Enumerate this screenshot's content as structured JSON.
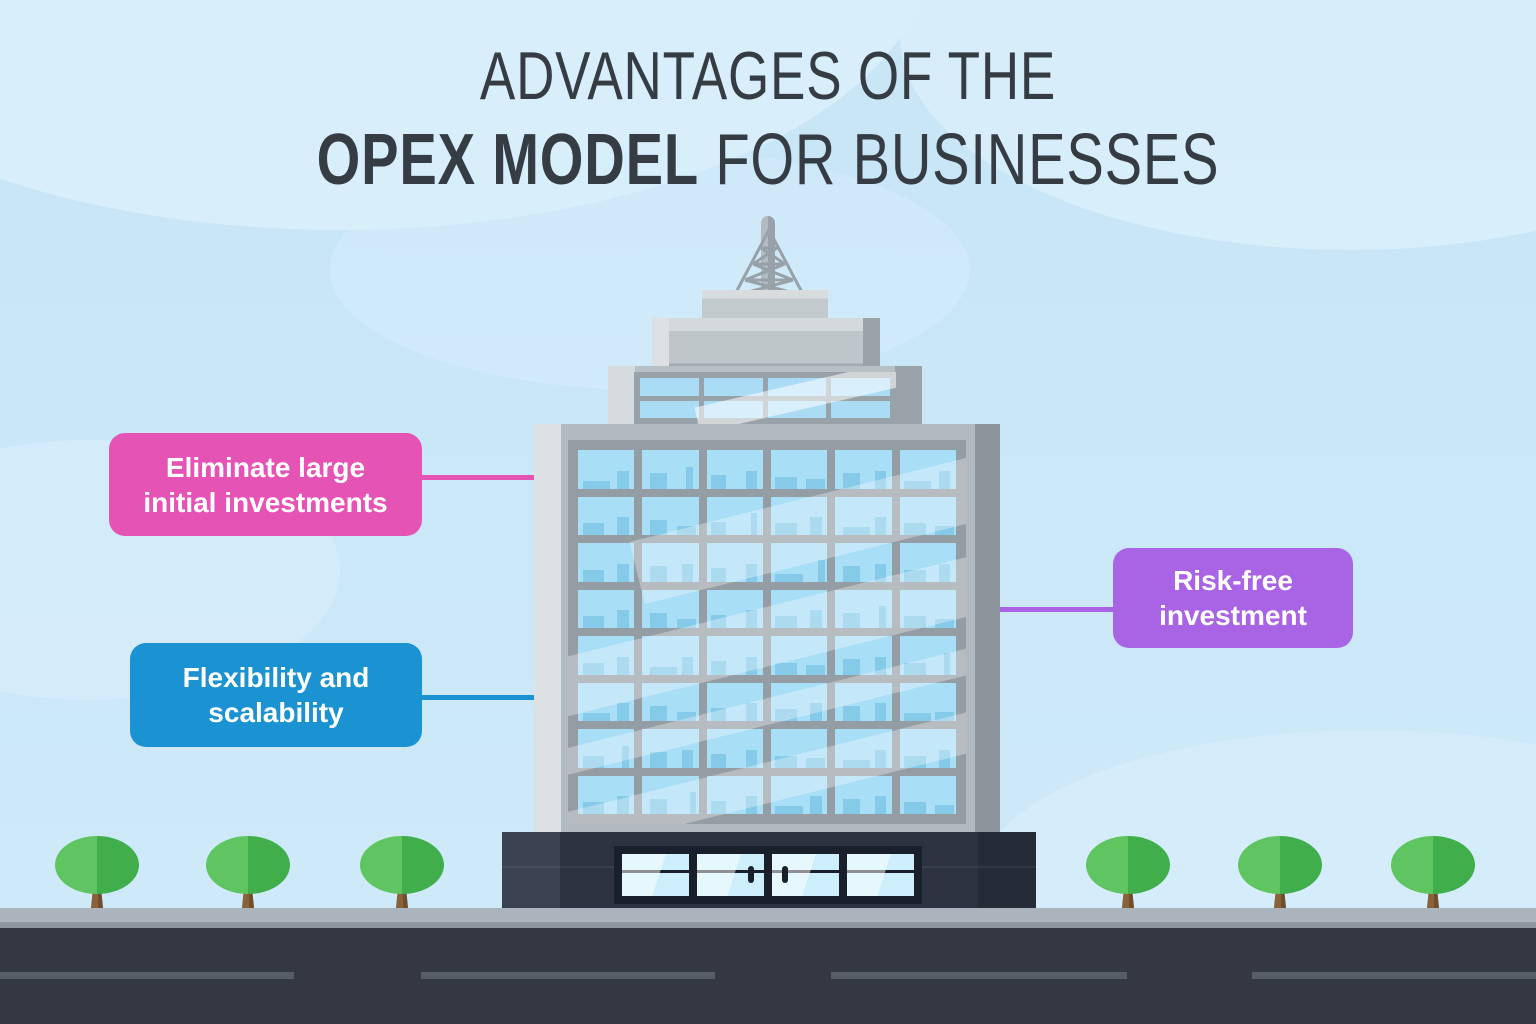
{
  "title": {
    "line1": "ADVANTAGES OF THE",
    "line2_bold": "OPEX MODEL",
    "line2_rest": "FOR BUSINESSES"
  },
  "labels": [
    {
      "text": "Eliminate large initial investments",
      "line1": "Eliminate large",
      "line2": "initial investments",
      "color": "#e553b5"
    },
    {
      "text": "Flexibility and scalability",
      "line1": "Flexibility and",
      "line2": "scalability",
      "color": "#1b92d1"
    },
    {
      "text": "Risk-free investment",
      "line1": "Risk-free",
      "line2": "investment",
      "color": "#a964e6"
    }
  ],
  "palette": {
    "title_text": "#363c44",
    "sky": "#cbe8f8",
    "cloud": "#d8eefb",
    "building_gray": "#b1bac0",
    "window_glass": "#a9def7",
    "base_dark": "#2c323f",
    "road": "#333843",
    "sidewalk": "#abb4bc",
    "tree_green_light": "#5ec561",
    "tree_green_dark": "#3fae4b",
    "trunk_brown": "#8a6138"
  }
}
